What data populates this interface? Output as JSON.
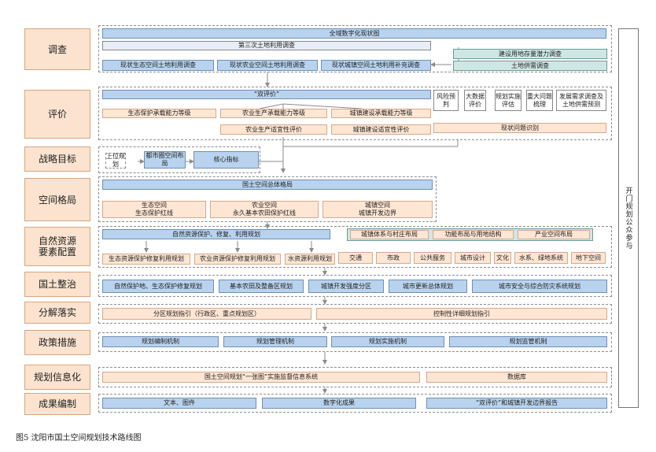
{
  "side_label": "开门规划公众参与",
  "caption": "图5  沈阳市国土空间规划技术路线图",
  "rows": {
    "survey": {
      "label": "调查",
      "a": "全域数字化现状图",
      "b": "第三次土地利用调查",
      "c1": "现状生态空间土地利用调查",
      "c2": "现状农业空间土地利用调查",
      "c3": "现状城镇空间土地利用补充调查",
      "g1": "建设用地存量潜力调查",
      "g2": "土地供需调查"
    },
    "eval": {
      "label": "评价",
      "a": "“双评价”",
      "b1": "生态保护承载能力等级",
      "b2": "农业生产承载能力等级",
      "b3": "城镇建设承载能力等级",
      "c1": "农业生产适宜性评价",
      "c2": "城镇建设适宜性评价",
      "r1": "风险预判",
      "r2": "大数据评价",
      "r3": "规划实施评估",
      "r4": "重大问题梳理",
      "r5": "发展需求调查及土地供需预测",
      "r6": "现状问题识别"
    },
    "goal": {
      "label": "战略目标",
      "a": "上位规划",
      "b": "都市圈空间布局",
      "c": "核心指标"
    },
    "spatial": {
      "label": "空间格局",
      "a": "国土空间总体格局",
      "b1": "生态空间\n生态保护红线",
      "b2": "农业空间\n永久基本农田保护红线",
      "b3": "城镇空间\n城镇开发边界"
    },
    "nature": {
      "label": "自然资源\n要素配置",
      "a": "自然资源保护、修复、利用规划",
      "a1": "生态资源保护修复利用规划",
      "a2": "农业资源保护修复利用规划",
      "a3": "水资源利用规划",
      "g1": "城镇体系与村庄布局",
      "g2": "功能布局与用地结构",
      "g3": "产业空间布局",
      "s1": "交通",
      "s2": "市政",
      "s3": "公共服务",
      "s4": "城市设计",
      "s5": "文化",
      "s6": "水系、绿地系统",
      "s7": "地下空间"
    },
    "rect": {
      "label": "国土整治",
      "a1": "自然保护地、生态保护修复规划",
      "a2": "基本农田及整备区规划",
      "a3": "城镇开发强度分区",
      "a4": "城市更新总体规划",
      "a5": "城市安全与综合防灾系统规划"
    },
    "decomp": {
      "label": "分解落实",
      "a1": "分区规划指引（行政区、重点规划区）",
      "a2": "控制性详细规划指引"
    },
    "policy": {
      "label": "政策措施",
      "a1": "规划编制机制",
      "a2": "规划管理机制",
      "a3": "规划实施机制",
      "a4": "规划监管机制"
    },
    "info": {
      "label": "规划信息化",
      "a1": "国土空间规划“一张图”实施监督信息系统",
      "a2": "数据库"
    },
    "result": {
      "label": "成果编制",
      "a1": "文本、图件",
      "a2": "数字化成果",
      "a3": "“双评价”和城镇开发边界报告"
    }
  }
}
